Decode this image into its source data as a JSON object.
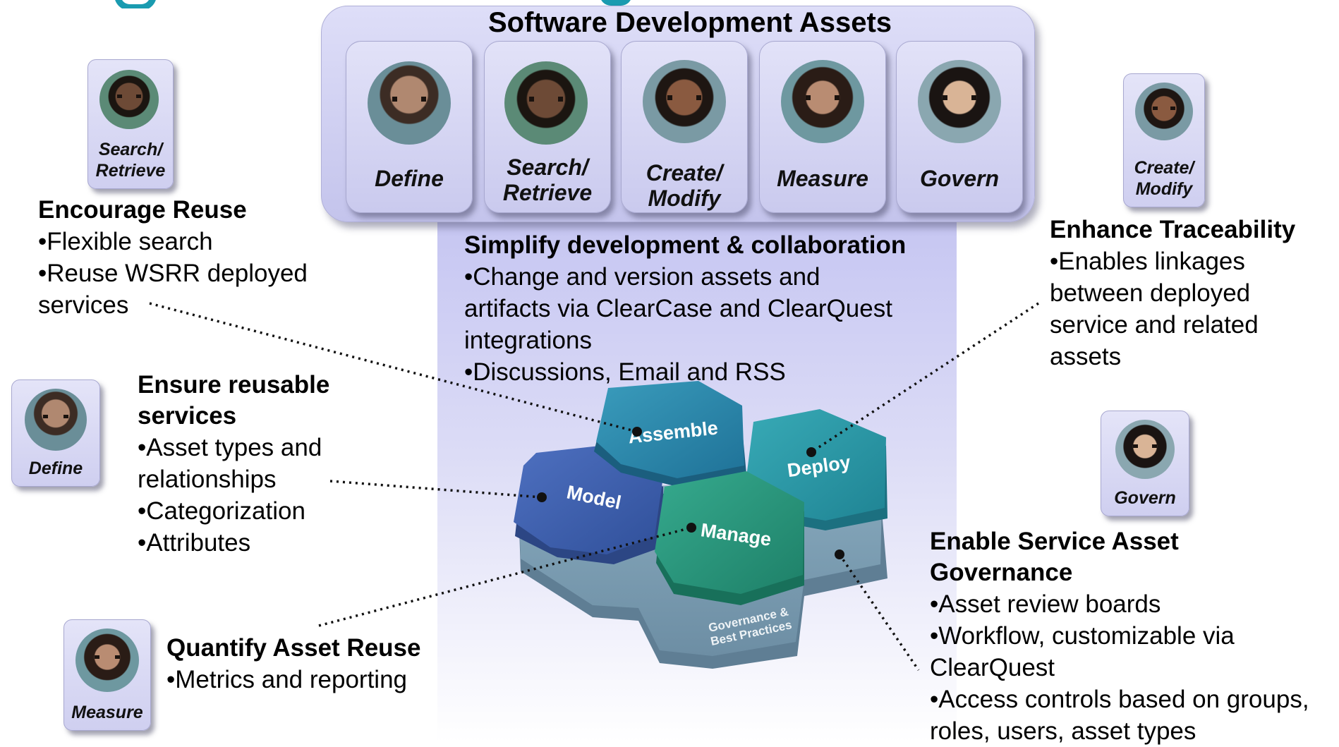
{
  "asset_panel": {
    "title": "Software Development Assets",
    "cards": [
      {
        "label_line1": "Define",
        "label_line2": ""
      },
      {
        "label_line1": "Search/",
        "label_line2": "Retrieve"
      },
      {
        "label_line1": "Create/",
        "label_line2": "Modify"
      },
      {
        "label_line1": "Measure",
        "label_line2": ""
      },
      {
        "label_line1": "Govern",
        "label_line2": ""
      }
    ]
  },
  "tiles": {
    "search": {
      "line1": "Search/",
      "line2": "Retrieve"
    },
    "define": {
      "line1": "Define"
    },
    "measure": {
      "line1": "Measure"
    },
    "create": {
      "line1": "Create/",
      "line2": "Modify"
    },
    "govern": {
      "line1": "Govern"
    }
  },
  "encourage_reuse": {
    "heading": "Encourage Reuse",
    "bullets": [
      "•Flexible search",
      "•Reuse WSRR deployed",
      "services"
    ]
  },
  "ensure_reusable": {
    "heading_line1": "Ensure reusable",
    "heading_line2": "services",
    "bullets": [
      "•Asset types and",
      "relationships",
      "•Categorization",
      "•Attributes"
    ]
  },
  "quantify": {
    "heading": "Quantify Asset Reuse",
    "bullets": [
      "•Metrics and reporting"
    ]
  },
  "simplify": {
    "heading": "Simplify development & collaboration",
    "bullets": [
      "•Change and version assets and",
      "artifacts via ClearCase and ClearQuest",
      "integrations",
      "•Discussions, Email and RSS"
    ]
  },
  "traceability": {
    "heading": "Enhance Traceability",
    "bullets": [
      "•Enables linkages",
      "between deployed",
      "service and related",
      "assets"
    ]
  },
  "governance": {
    "heading_line1": "Enable Service Asset",
    "heading_line2": "Governance",
    "bullets": [
      "•Asset review boards",
      "•Workflow, customizable via",
      "ClearQuest",
      "•Access controls based on groups,",
      "roles, users, asset types"
    ]
  },
  "hexagons": {
    "assemble": "Assemble",
    "deploy": "Deploy",
    "model": "Model",
    "manage": "Manage",
    "base_line1": "Governance &",
    "base_line2": "Best Practices"
  },
  "colors": {
    "title_teal": "#1a9bb0",
    "assemble": "#2a86a8",
    "deploy": "#2a98a8",
    "model": "#3c5fae",
    "manage": "#2a9a80",
    "base": "#7a9cb0"
  }
}
